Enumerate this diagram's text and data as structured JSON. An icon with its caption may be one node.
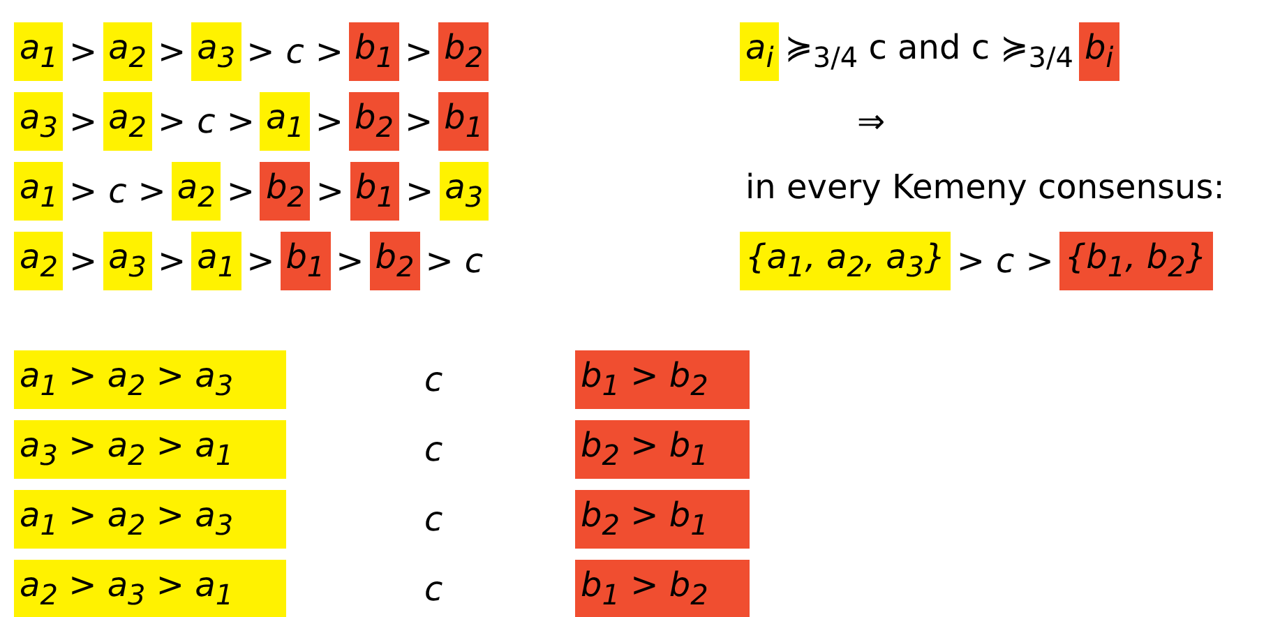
{
  "diagram": {
    "nodes": [
      {
        "text": [
          "a$_{1}$"
        ]
      },
      {
        "text": [
          "a$_{2}$"
        ]
      },
      {
        "text": [
          "a$_{3}$"
        ]
      },
      {
        "text": [
          "b$_{1}$"
        ]
      },
      {
        "text": [
          "b$_{2}$"
        ]
      },
      {
        "text": [
          "a$_{i}$"
        ]
      },
      {
        "text": [
          "b$_{i}$"
        ]
      },
      {
        "text": [
          "a$_{3}$"
        ]
      },
      {
        "text": [
          "a$_{2}$"
        ]
      },
      {
        "text": [
          "a$_{1}$"
        ]
      },
      {
        "text": [
          "b$_{2}$"
        ]
      },
      {
        "text": [
          "b$_{1}$"
        ]
      },
      {
        "text": [
          "a$_{1}$"
        ]
      },
      {
        "text": [
          "a$_{2}$"
        ]
      },
      {
        "text": [
          "b$_{2}$"
        ]
      },
      {
        "text": [
          "b$_{1}$"
        ]
      },
      {
        "text": [
          "a$_{3}$"
        ]
      },
      {
        "text": [
          "a$_{2}$"
        ]
      },
      {
        "text": [
          "a$_{3}$"
        ]
      },
      {
        "text": [
          "a$_{1}$"
        ]
      },
      {
        "text": [
          "b$_{1}$"
        ]
      },
      {
        "text": [
          "b$_{2}$"
        ]
      },
      {
        "text": [
          "{a$_{1}$, a$_{2}$, a$_{3}$}"
        ]
      },
      {
        "text": [
          "{b$_{1}$, b$_{2}$}"
        ]
      },
      {
        "text": [
          "a$_{1}$ > a$_{2}$ > a$_{3}$"
        ]
      },
      {
        "text": [
          "b$_{1}$ > b$_{2}$"
        ]
      },
      {
        "text": [
          "a$_{3}$ > a$_{2}$ > a$_{1}$"
        ]
      },
      {
        "text": [
          "b$_{2}$ > b$_{1}$"
        ]
      },
      {
        "text": [
          "a$_{1}$ > a$_{2}$ > a$_{3}$"
        ]
      },
      {
        "text": [
          "b$_{2}$ > b$_{1}$"
        ]
      },
      {
        "text": [
          "a$_{2}$ > a$_{3}$ > a$_{1}$"
        ]
      },
      {
        "text": [
          "b$_{1}$ > b$_{2}$"
        ]
      }
    ],
    "labels": [
      ">",
      ">",
      ">",
      "c",
      ">",
      ">",
      "≽$_{3/4}$ c  and  c ≽$_{3/4}$",
      ">",
      ">",
      "c",
      ">",
      ">",
      ">",
      "⇒",
      ">",
      "c",
      ">",
      ">",
      ">",
      ">",
      "in every Kemeny consensus:",
      ">",
      ">",
      ">",
      ">",
      ">",
      "c",
      ">",
      "c",
      ">",
      "c",
      "c",
      "c",
      "c"
    ]
  }
}
